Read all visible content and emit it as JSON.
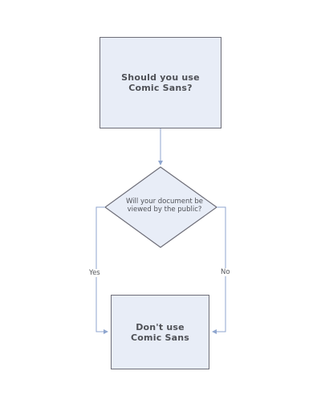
{
  "nodes": {
    "start": {
      "label": "Should you use\nComic Sans?"
    },
    "decision": {
      "label": "Will your document be\nviewed by the public?"
    },
    "result": {
      "label": "Don't use\nComic Sans"
    }
  },
  "edges": {
    "yes_label": "Yes",
    "no_label": "No"
  },
  "colors": {
    "box_fill": "#e8edf7",
    "box_stroke": "#6e6e78",
    "connector": "#8fa6cf",
    "text": "#4f5157"
  }
}
